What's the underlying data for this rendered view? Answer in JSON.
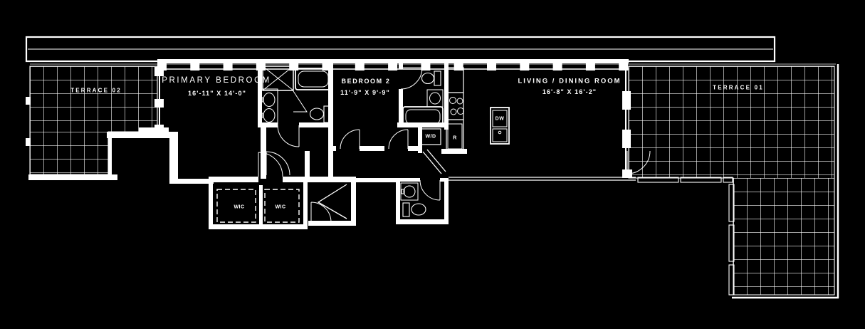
{
  "plan": {
    "background_color": "#000000",
    "line_color": "#ffffff",
    "rooms": {
      "terrace_02": {
        "label": "TERRACE 02"
      },
      "terrace_01": {
        "label": "TERRACE 01"
      },
      "primary_bedroom": {
        "label": "PRIMARY BEDROOM",
        "dimensions": "16'-11\" X 14'-0\""
      },
      "bedroom_2": {
        "label": "BEDROOM 2",
        "dimensions": "11'-9\" X 9'-9\""
      },
      "living_dining": {
        "label": "LIVING / DINING ROOM",
        "dimensions": "16'-8\" X 16'-2\""
      },
      "walk_in_closet_1": {
        "label": "WIC"
      },
      "walk_in_closet_2": {
        "label": "WIC"
      }
    },
    "appliances": {
      "washer_dryer": {
        "label": "W/D"
      },
      "refrigerator": {
        "label": "R"
      },
      "dishwasher": {
        "label": "DW"
      }
    },
    "fixture_icons": [
      "shower-icon",
      "bathtub-icon",
      "double-sink-vanity-icon",
      "toilet-icon",
      "cooktop-burners-icon",
      "kitchen-island-sink-icon",
      "bifold-door-icon",
      "door-swing-icon",
      "closet-shelf-dashed-icon",
      "railing-panel-icon"
    ]
  }
}
